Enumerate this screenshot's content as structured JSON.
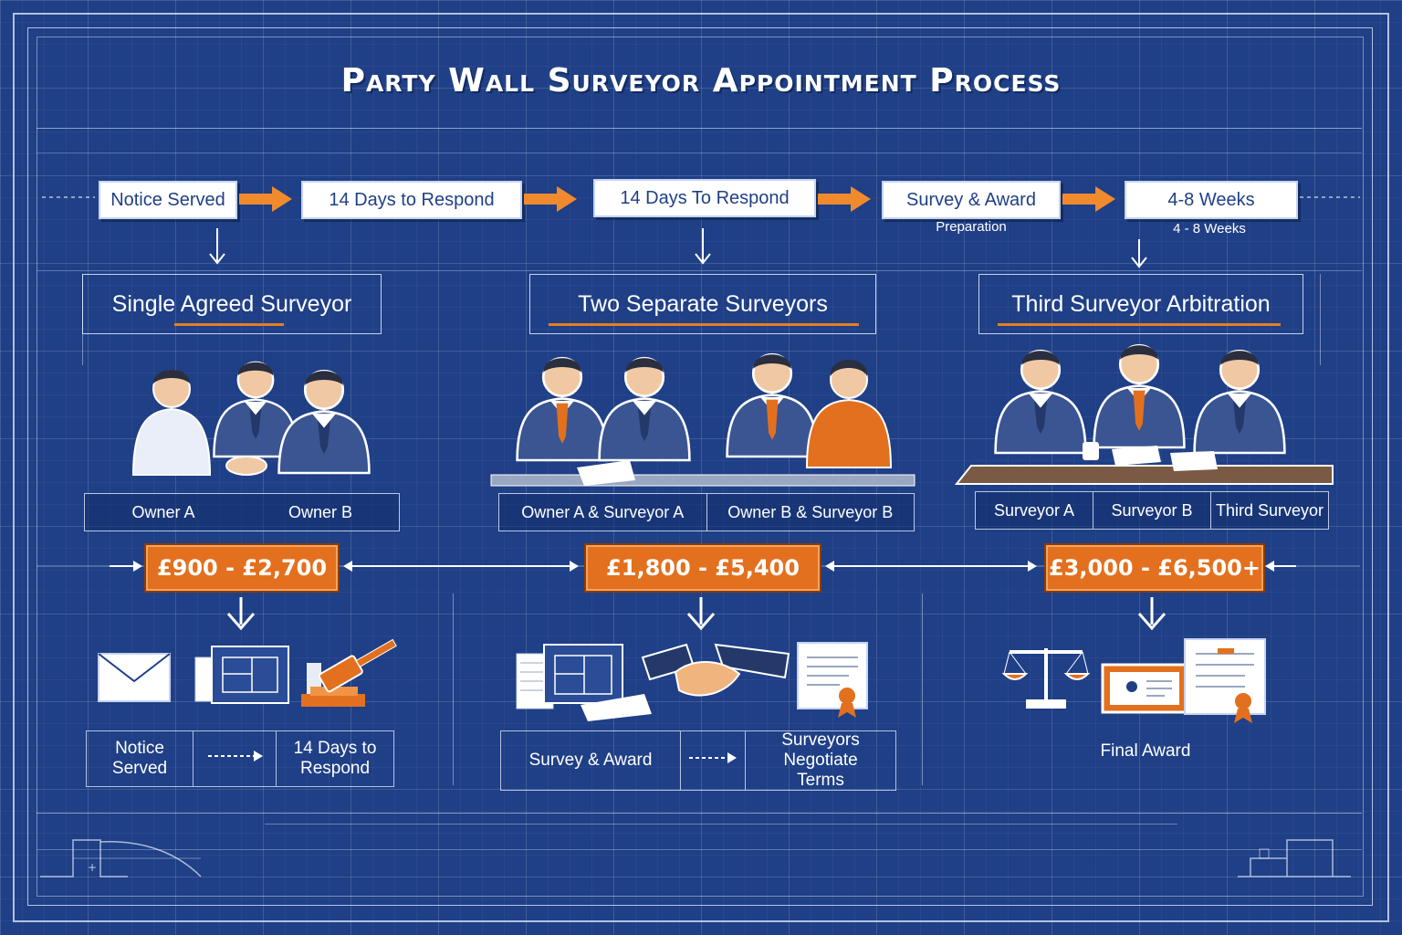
{
  "title": "Party Wall Surveyor Appointment Process",
  "timeline": {
    "steps": [
      {
        "label": "Notice Served",
        "note": ""
      },
      {
        "label": "14 Days to Respond",
        "note": ""
      },
      {
        "label": "14 Days To Respond",
        "note": ""
      },
      {
        "label": "Survey & Award",
        "note": "Preparation"
      },
      {
        "label": "4-8 Weeks",
        "note": "4 - 8 Weeks"
      }
    ]
  },
  "options": [
    {
      "heading": "Single Agreed Surveyor",
      "parties": [
        "Owner A",
        "Owner B"
      ],
      "cost": "£900 - £2,700",
      "steps": [
        "Notice Served",
        "14 Days to Respond"
      ],
      "icons": [
        "envelope-icon",
        "blueprint-icon",
        "gavel-icon"
      ]
    },
    {
      "heading": "Two Separate Surveyors",
      "parties": [
        "Owner A & Surveyor A",
        "Owner B & Surveyor B"
      ],
      "cost": "£1,800 - £5,400",
      "steps": [
        "Survey & Award",
        "Surveyors Negotiate Terms"
      ],
      "icons": [
        "blueprint-icon",
        "handshake-icon",
        "certificate-icon"
      ]
    },
    {
      "heading": "Third Surveyor Arbitration",
      "parties": [
        "Surveyor A",
        "Surveyor B",
        "Third Surveyor"
      ],
      "cost": "£3,000 - £6,500+",
      "steps": [
        "Final Award"
      ],
      "icons": [
        "scales-icon",
        "certificate-icon",
        "award-document-icon"
      ]
    }
  ],
  "colors": {
    "background": "#1f3f86",
    "accent": "#e3701e",
    "line": "#e6eeff",
    "suit": "#3a5592"
  }
}
